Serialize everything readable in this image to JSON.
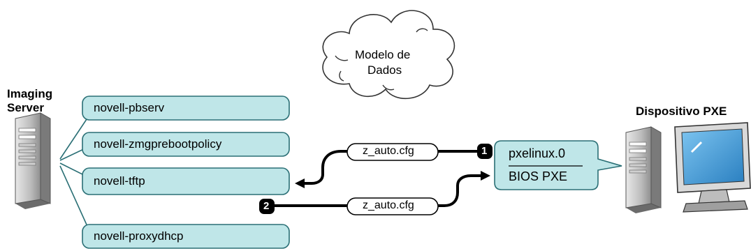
{
  "server": {
    "title_line1": "Imaging",
    "title_line2": "Server"
  },
  "device": {
    "title": "Dispositivo PXE"
  },
  "cloud": {
    "line1": "Modelo de",
    "line2": "Dados"
  },
  "services": [
    "novell-pbserv",
    "novell-zmgprebootpolicy",
    "novell-tftp",
    "novell-proxydhcp"
  ],
  "flows": {
    "top_label": "z_auto.cfg",
    "bottom_label": "z_auto.cfg",
    "step1": "1",
    "step2": "2"
  },
  "pxe_box": {
    "line1": "pxelinux.0",
    "line2": "BIOS PXE"
  },
  "colors": {
    "callout_fill": "#bfe6e8",
    "callout_stroke": "#2a6f75",
    "line": "#000000",
    "monitor_screen": "#4a9fd8"
  }
}
